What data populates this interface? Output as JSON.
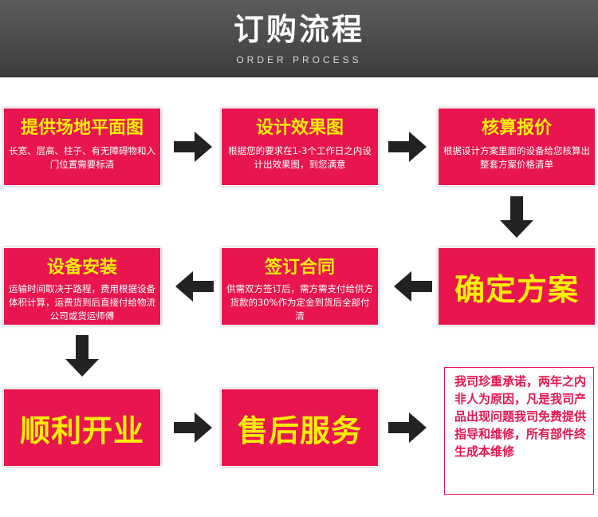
{
  "header": {
    "title": "订购流程",
    "subtitle": "ORDER PROCESS"
  },
  "steps": {
    "step1": {
      "title": "提供场地平面图",
      "desc": "长宽、层高、柱子、有无障碍物和入门位置需要标清"
    },
    "step2": {
      "title": "设计效果图",
      "desc": "根据您的要求在1-3个工作日之内设计出效果图，到您满意"
    },
    "step3": {
      "title": "核算报价",
      "desc": "根据设计方案里面的设备给您核算出整套方案价格清单"
    },
    "step4": {
      "title": "确定方案"
    },
    "step5": {
      "title": "签订合同",
      "desc": "供需双方签订后，需方需支付给供方货款的30%作为定金到货后全部付清"
    },
    "step6": {
      "title": "设备安装",
      "desc": "运输时间取决于路程，费用根据设备体积计算，运费货到后直接付给物流公司或货运师傅"
    },
    "step7": {
      "title": "顺利开业"
    },
    "step8": {
      "title": "售后服务"
    }
  },
  "note": "我司珍重承诺，两年之内非人为原因，凡是我司产品出现问题我司免费提供指导和维修，所有部件终生成本维修",
  "colors": {
    "header_bg": "#4a4a4a",
    "box_bg": "#e8154f",
    "title_yellow": "#ffee00",
    "arrow": "#222222"
  },
  "icons": [
    "arrow-right-icon",
    "arrow-down-icon",
    "arrow-left-icon"
  ]
}
